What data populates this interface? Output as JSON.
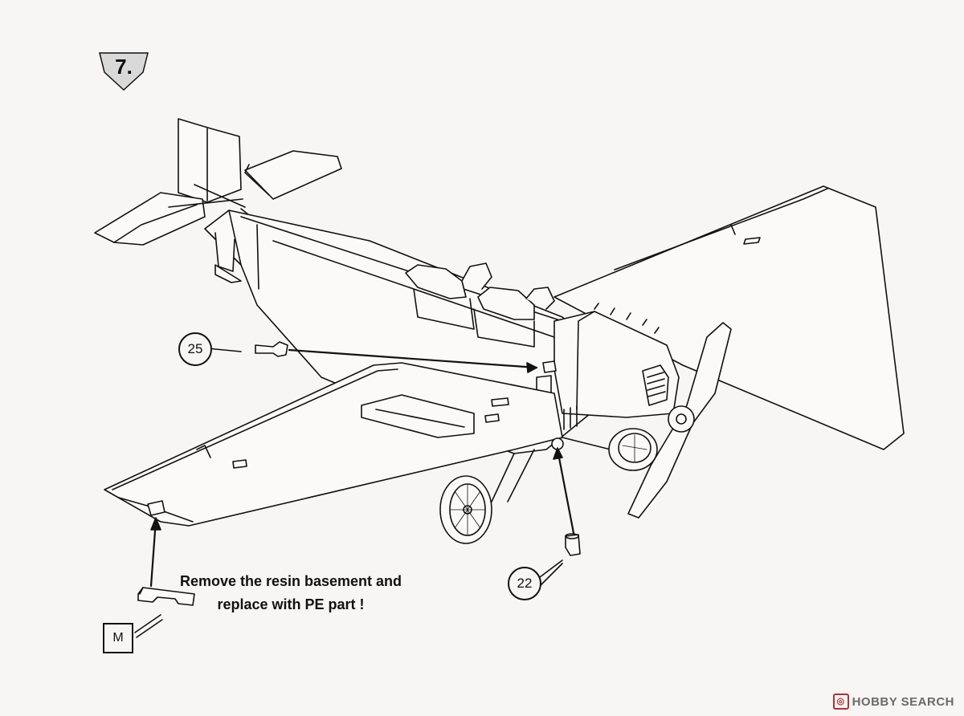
{
  "step": {
    "number": "7."
  },
  "callouts": {
    "part_25": "25",
    "part_22": "22",
    "part_m": "M"
  },
  "note": {
    "line1": "Remove the resin basement and",
    "line2": "replace with PE part !"
  },
  "watermark": {
    "icon": "hobby-search-logo-icon",
    "text": "HOBBY SEARCH"
  },
  "colors": {
    "line": "#111111",
    "paper": "#f7f6f4",
    "badge_fill": "#d9d9d9",
    "watermark": "#6a6a6a"
  }
}
